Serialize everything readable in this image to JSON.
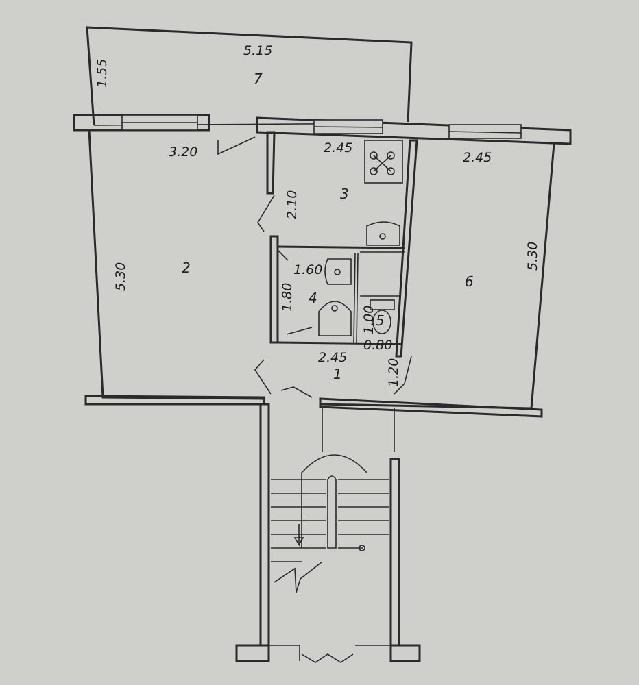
{
  "dimensions": {
    "balcony_width": "5.15",
    "balcony_depth": "1.55",
    "room2_width": "3.20",
    "room2_length": "5.30",
    "kitchen_width": "2.45",
    "kitchen_depth": "2.10",
    "room6_width": "2.45",
    "room6_length": "5.30",
    "bath_width": "1.60",
    "bath_depth": "1.80",
    "wc_depth": "1.00",
    "wc_width": "0.80",
    "hall_width": "2.45",
    "hall_depth": "1.20"
  },
  "rooms": {
    "r1": "1",
    "r2": "2",
    "r3": "3",
    "r4": "4",
    "r5": "5",
    "r6": "6",
    "r7": "7"
  }
}
